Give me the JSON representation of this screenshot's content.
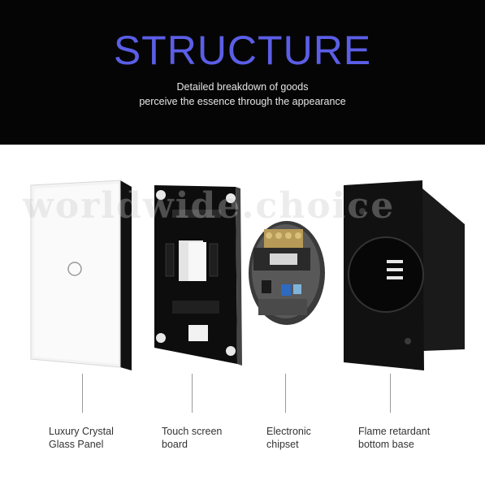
{
  "header": {
    "title": "STRUCTURE",
    "subtitle_line1": "Detailed breakdown of goods",
    "subtitle_line2": "perceive the essence through the appearance"
  },
  "watermark": "worldwide.choice",
  "parts": [
    {
      "line1": "Luxury Crystal",
      "line2": "Glass Panel"
    },
    {
      "line1": "Touch screen",
      "line2": "board"
    },
    {
      "line1": "Electronic",
      "line2": "chipset"
    },
    {
      "line1": "Flame retardant",
      "line2": "bottom base"
    }
  ],
  "colors": {
    "title": "#5b5ee6",
    "header_bg": "#050505"
  }
}
